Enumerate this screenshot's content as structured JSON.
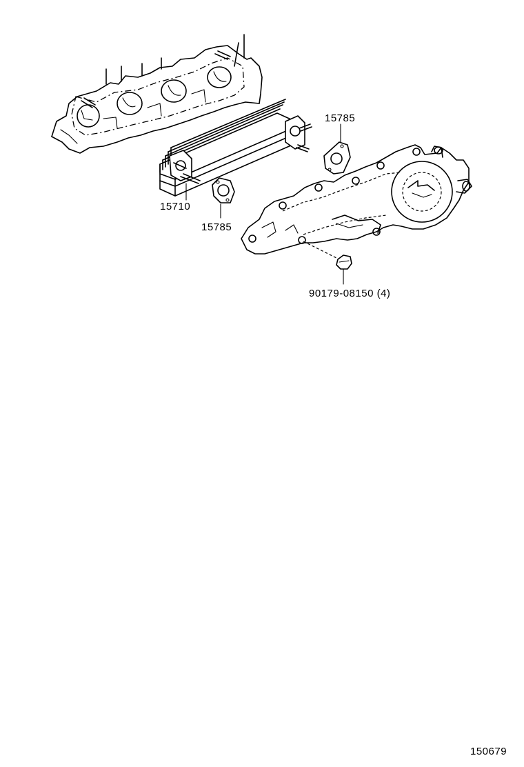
{
  "labels": {
    "gasket_top": "15785",
    "cooler": "15710",
    "gasket_bottom": "15785",
    "nut": "90179-08150 (4)"
  },
  "figure_number": "150679"
}
